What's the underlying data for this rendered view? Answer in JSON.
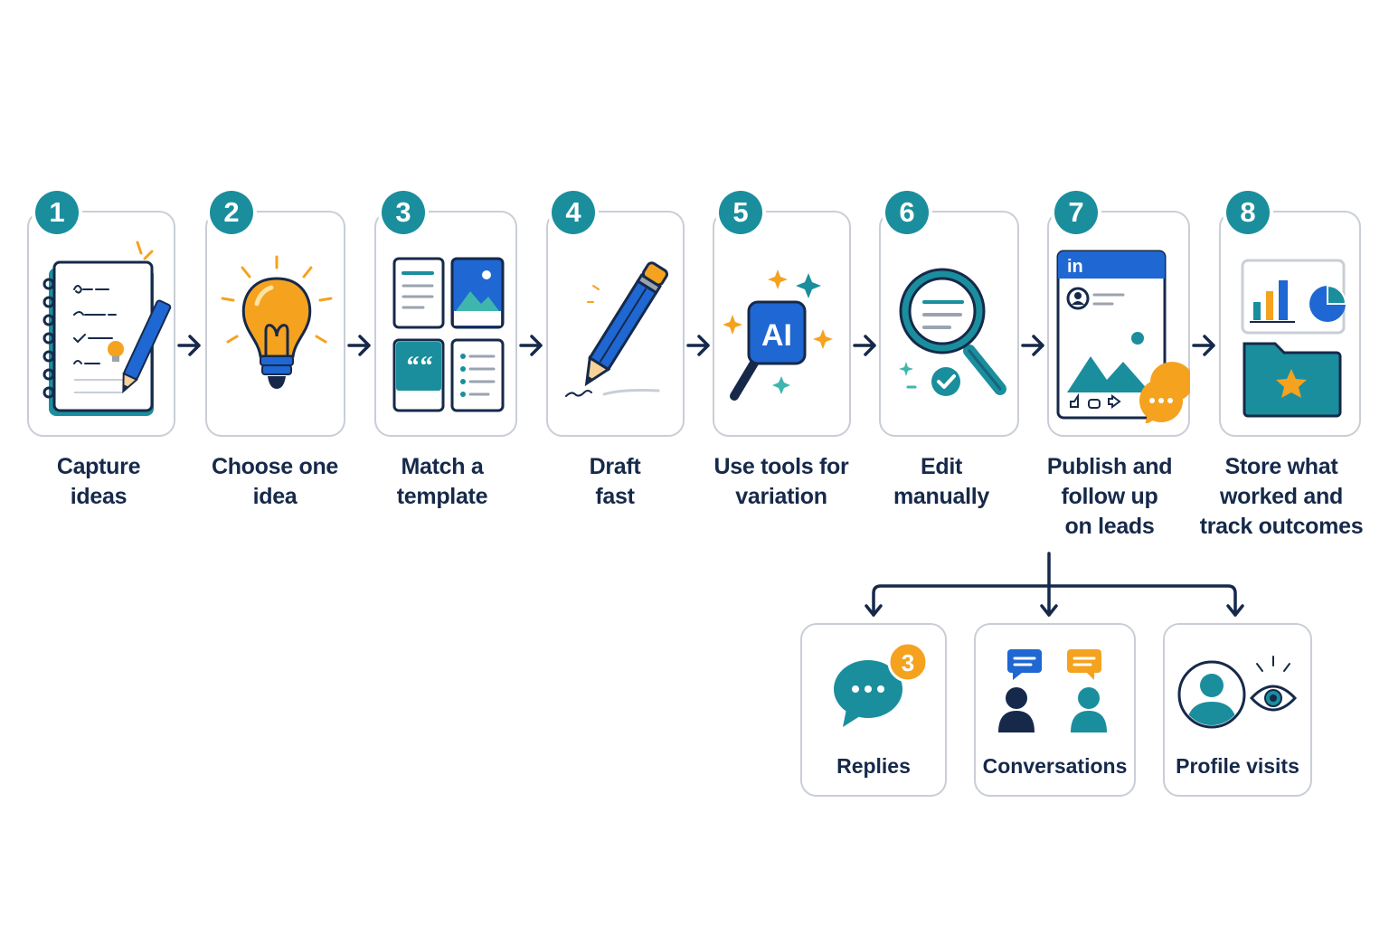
{
  "steps": [
    {
      "number": "1",
      "label_line1": "Capture",
      "label_line2": "ideas",
      "label_line3": ""
    },
    {
      "number": "2",
      "label_line1": "Choose one",
      "label_line2": "idea",
      "label_line3": ""
    },
    {
      "number": "3",
      "label_line1": "Match a",
      "label_line2": "template",
      "label_line3": ""
    },
    {
      "number": "4",
      "label_line1": "Draft",
      "label_line2": "fast",
      "label_line3": ""
    },
    {
      "number": "5",
      "label_line1": "Use tools for",
      "label_line2": "variation",
      "label_line3": ""
    },
    {
      "number": "6",
      "label_line1": "Edit",
      "label_line2": "manually",
      "label_line3": ""
    },
    {
      "number": "7",
      "label_line1": "Publish and",
      "label_line2": "follow up",
      "label_line3": "on leads"
    },
    {
      "number": "8",
      "label_line1": "Store what",
      "label_line2": "worked and",
      "label_line3": "track outcomes"
    }
  ],
  "icons": {
    "ai_badge": "AI",
    "linkedin_badge": "in",
    "replies_count": "3",
    "quote_mark": "““"
  },
  "outcomes": [
    {
      "label": "Replies"
    },
    {
      "label": "Conversations"
    },
    {
      "label": "Profile visits"
    }
  ],
  "colors": {
    "teal": "#1a8e9d",
    "navy": "#16294a",
    "blue": "#1f67d2",
    "orange": "#f5a21f",
    "border": "#c9ced6"
  }
}
